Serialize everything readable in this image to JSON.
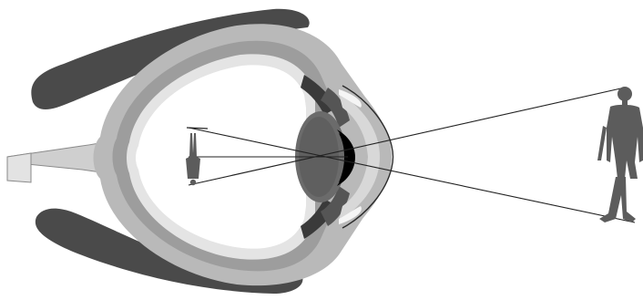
{
  "diagram": {
    "kind": "eye-image-formation",
    "labels": [],
    "object": "standing-person",
    "image": "inverted-person-on-retina",
    "colors": {
      "outer_band": "#4a4a4a",
      "sclera": "#b9b9b9",
      "choroid": "#9a9a9a",
      "interior": "#ffffff",
      "iris": "#3a3a3a",
      "lens": "#6a6a6a",
      "pupil": "#000000",
      "figure": "#5c5c5c",
      "ray": "#222222"
    }
  }
}
